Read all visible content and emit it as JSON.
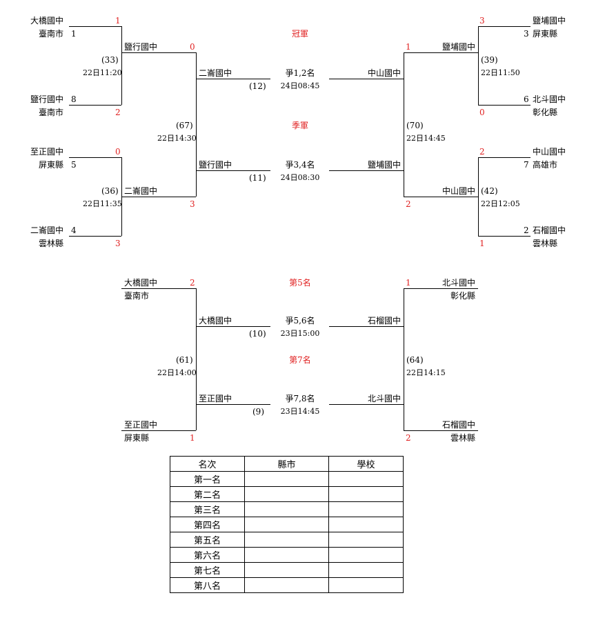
{
  "labels": {
    "champion": "冠軍",
    "third_place": "季軍",
    "fifth_place": "第5名",
    "seventh_place": "第7名"
  },
  "finals": {
    "f12": {
      "title": "爭1,2名",
      "time": "24日08:45",
      "game": "(12)",
      "left": "二崙國中",
      "right": "中山國中"
    },
    "f34": {
      "title": "爭3,4名",
      "time": "24日08:30",
      "game": "(11)",
      "left": "鹽行國中",
      "right": "鹽埔國中"
    },
    "f56": {
      "title": "爭5,6名",
      "time": "23日15:00",
      "game": "(10)",
      "left": "大橋國中",
      "right": "石榴國中"
    },
    "f78": {
      "title": "爭7,8名",
      "time": "23日14:45",
      "game": "(9)",
      "left": "至正國中",
      "right": "北斗國中"
    }
  },
  "left_bracket": {
    "seed1": {
      "school": "大橋國中",
      "county": "臺南市",
      "num": "1",
      "score": "1"
    },
    "seed8": {
      "school": "鹽行國中",
      "county": "臺南市",
      "num": "8",
      "score": "2"
    },
    "seed5": {
      "school": "至正國中",
      "county": "屏東縣",
      "num": "5",
      "score": "0"
    },
    "seed4": {
      "school": "二崙國中",
      "county": "雲林縣",
      "num": "4",
      "score": "3"
    },
    "g33": {
      "game": "(33)",
      "time": "22日11:20",
      "winner": "鹽行國中",
      "score": "0"
    },
    "g36": {
      "game": "(36)",
      "time": "22日11:35",
      "winner": "二崙國中",
      "score": "3"
    },
    "g67": {
      "game": "(67)",
      "time": "22日14:30"
    }
  },
  "right_bracket": {
    "seed3": {
      "school": "鹽埔國中",
      "county": "屏東縣",
      "num": "3",
      "score": "3"
    },
    "seed6": {
      "school": "北斗國中",
      "county": "彰化縣",
      "num": "6",
      "score": "0"
    },
    "seed7": {
      "school": "中山國中",
      "county": "高雄市",
      "num": "7",
      "score": "2"
    },
    "seed2": {
      "school": "石榴國中",
      "county": "雲林縣",
      "num": "2",
      "score": "1"
    },
    "g39": {
      "game": "(39)",
      "time": "22日11:50",
      "winner": "鹽埔國中",
      "score": "1"
    },
    "g42": {
      "game": "(42)",
      "time": "22日12:05",
      "winner": "中山國中",
      "score": "2"
    },
    "g70": {
      "game": "(70)",
      "time": "22日14:45"
    }
  },
  "lower_left": {
    "top": {
      "school": "大橋國中",
      "county": "臺南市",
      "score": "2"
    },
    "bottom": {
      "school": "至正國中",
      "county": "屏東縣",
      "score": "1"
    },
    "g61": {
      "game": "(61)",
      "time": "22日14:00"
    }
  },
  "lower_right": {
    "top": {
      "school": "北斗國中",
      "county": "彰化縣",
      "score": "1"
    },
    "bottom": {
      "school": "石榴國中",
      "county": "雲林縣",
      "score": "2"
    },
    "g64": {
      "game": "(64)",
      "time": "22日14:15"
    }
  },
  "ranking_table": {
    "headers": [
      "名次",
      "縣市",
      "學校"
    ],
    "rows": [
      "第一名",
      "第二名",
      "第三名",
      "第四名",
      "第五名",
      "第六名",
      "第七名",
      "第八名"
    ]
  }
}
